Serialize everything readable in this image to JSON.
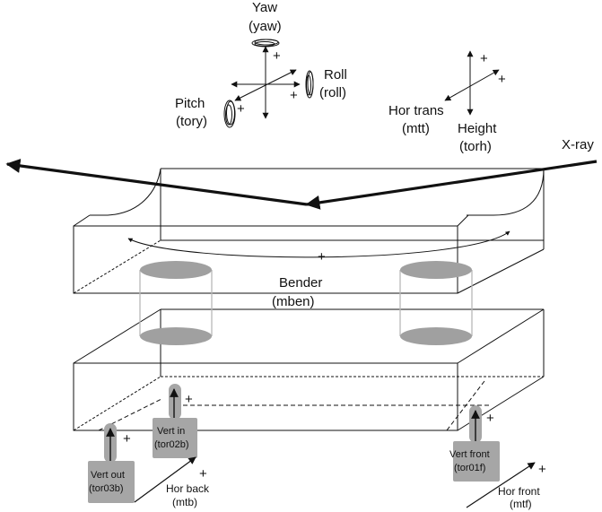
{
  "labels": {
    "yaw": "Yaw",
    "yaw_code": "(yaw)",
    "roll": "Roll",
    "roll_code": "(roll)",
    "pitch": "Pitch",
    "pitch_code": "(tory)",
    "hor_trans": "Hor trans",
    "hor_trans_code": "(mtt)",
    "height": "Height",
    "height_code": "(torh)",
    "xray": "X-ray",
    "bender": "Bender",
    "bender_code": "(mben)",
    "vert_in": "Vert in",
    "vert_in_code": "(tor02b)",
    "vert_out": "Vert out",
    "vert_out_code": "(tor03b)",
    "vert_front": "Vert front",
    "vert_front_code": "(tor01f)",
    "hor_back": "Hor back",
    "hor_back_code": "(mtb)",
    "hor_front": "Hor front",
    "hor_front_code": "(mtf)",
    "plus": "+"
  },
  "colors": {
    "line": "#111111",
    "actuator_fill": "#a6a6a6",
    "cylinder_fill": "#a0a0a0",
    "cylinder_edge": "#b8b8b8",
    "background": "#ffffff"
  }
}
